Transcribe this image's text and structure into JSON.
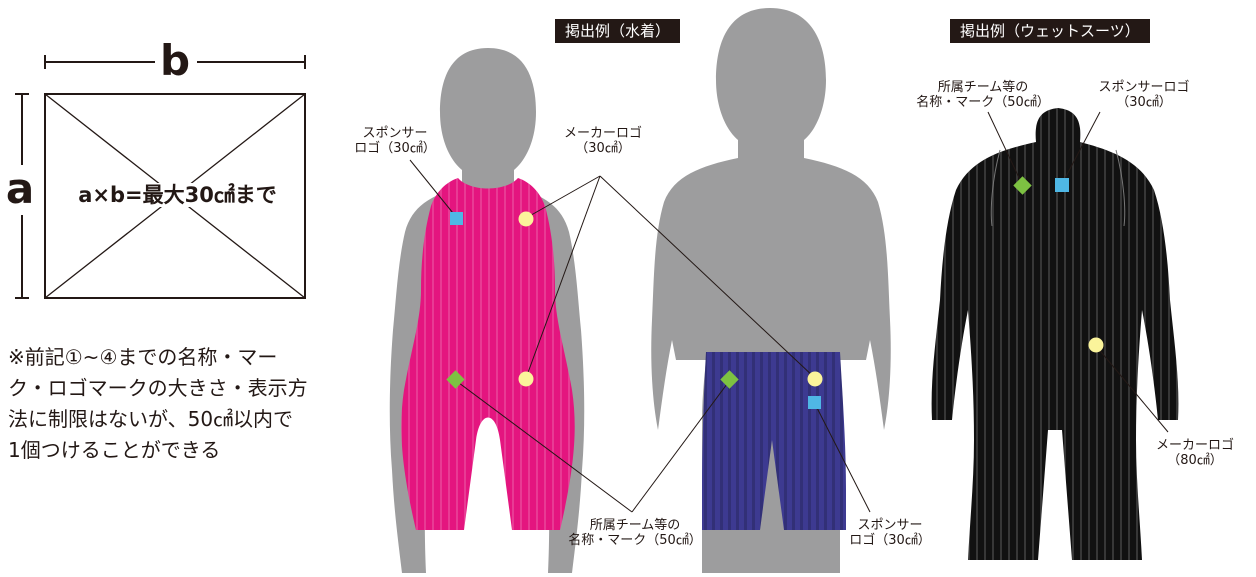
{
  "dimension_box": {
    "label_b": "b",
    "label_a": "a",
    "formula": "a×b=最大30㎠まで"
  },
  "note_lines": [
    "※前記①~④までの名称・マー",
    "ク・ロゴマークの大きさ・表示方",
    "法に制限はないが、50㎠以内で",
    " 1個つけることができる"
  ],
  "header_swimsuit": "掲出例（水着）",
  "header_wetsuit": "掲出例（ウェットスーツ）",
  "labels": {
    "sponsor_left": [
      "スポンサー",
      "ロゴ（30㎠）"
    ],
    "maker_swim": [
      "メーカーロゴ",
      "（30㎠）"
    ],
    "team_swim": [
      "所属チーム等の",
      "名称・マーク（50㎠）"
    ],
    "sponsor_swim_bottom": [
      "スポンサー",
      "ロゴ（30㎠）"
    ],
    "team_wet": [
      "所属チーム等の",
      "名称・マーク（50㎠）"
    ],
    "sponsor_wet": [
      "スポンサーロゴ",
      "（30㎠）"
    ],
    "maker_wet": [
      "メーカーロゴ",
      "（80㎠）"
    ]
  },
  "colors": {
    "silhouette": "#9d9d9e",
    "swimsuit_female": "#e4157f",
    "swimsuit_male": "#3d3a91",
    "wetsuit": "#111111",
    "sponsor_mark": "#4fb7e5",
    "maker_mark": "#fbf49b",
    "team_mark": "#7dc242",
    "line": "#231815"
  }
}
